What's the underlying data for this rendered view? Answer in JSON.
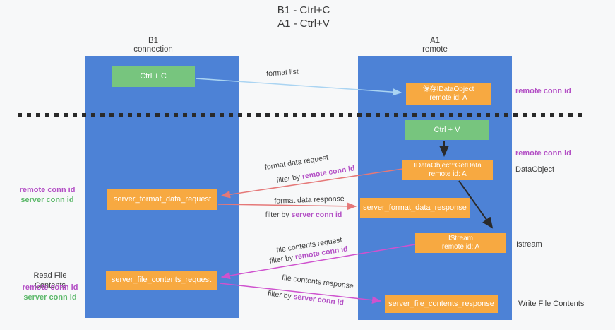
{
  "title": {
    "line1": "B1 - Ctrl+C",
    "line2": "A1 - Ctrl+V"
  },
  "columns": {
    "left": {
      "name": "B1",
      "sub": "connection"
    },
    "right": {
      "name": "A1",
      "sub": "remote"
    }
  },
  "boxes": {
    "ctrl_c": "Ctrl + C",
    "ctrl_v": "Ctrl + V",
    "save_dataobject": {
      "line1": "保存IDataObject",
      "line2": "remote id: A"
    },
    "getdata": {
      "line1": "IDataObject::GetData",
      "line2": "remote id: A"
    },
    "istream": {
      "line1": "IStream",
      "line2": "remote id: A"
    },
    "format_request": "server_format_data_request",
    "format_response": "server_format_data_response",
    "file_request": "server_file_contents_request",
    "file_response": "server_file_contents_response"
  },
  "flow_labels": {
    "format_list": "format list",
    "format_request": "format data request",
    "format_response": "format data response",
    "file_request": "file contents request",
    "file_response": "file contents response",
    "filter_prefix": "filter by ",
    "remote_conn_id": "remote conn id",
    "server_conn_id": "server conn id"
  },
  "side_labels": {
    "left_top": {
      "remote": "remote conn id",
      "server": "server conn id"
    },
    "read_file": "Read File Contents",
    "left_bottom": {
      "remote": "remote conn id",
      "server": "server conn id"
    },
    "right_top": "remote conn id",
    "right_mid": "remote conn id",
    "dataobject": "DataObject",
    "istream": "Istream",
    "write_file": "Write File Contents"
  },
  "colors": {
    "column_blue": "#4d82d6",
    "box_green": "#77c57e",
    "box_orange": "#f7a941",
    "arrow_red": "#e57878",
    "arrow_magenta": "#cf52ce",
    "arrow_light_blue": "#aad4f2",
    "text_purple": "#b34fc5",
    "text_green": "#5cb86a"
  }
}
